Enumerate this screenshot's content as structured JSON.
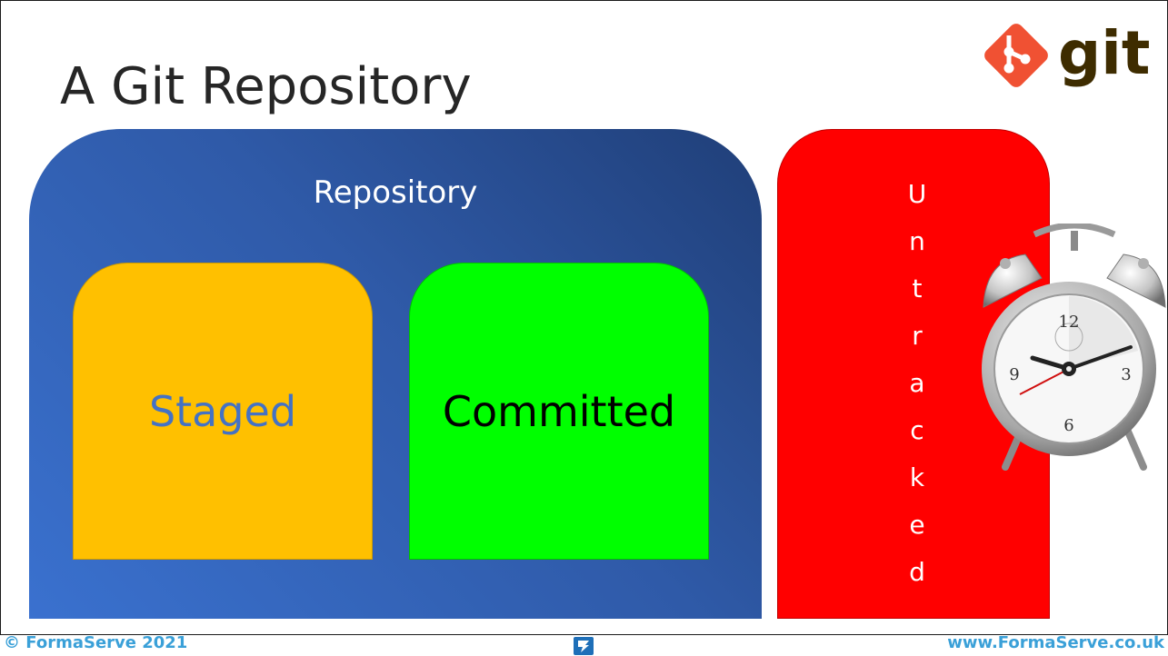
{
  "slide": {
    "title": "A Git Repository"
  },
  "logo": {
    "text": "git",
    "icon": "git-logo-icon",
    "icon_color": "#f05133",
    "text_color": "#3e2c00"
  },
  "repository": {
    "label": "Repository",
    "staged_label": "Staged",
    "committed_label": "Committed"
  },
  "untracked": {
    "letters": [
      "U",
      "n",
      "t",
      "r",
      "a",
      "c",
      "k",
      "e",
      "d"
    ]
  },
  "clock": {
    "icon": "alarm-clock-icon",
    "numerals": [
      "12",
      "3",
      "6",
      "9"
    ]
  },
  "footer": {
    "copyright": "© FormaServe 2021",
    "website": "www.FormaServe.co.uk",
    "logo_icon": "formaserve-logo-icon"
  },
  "colors": {
    "staged": "#ffc000",
    "committed": "#00ff00",
    "untracked": "#ff0000",
    "repository": "#2f5aa8"
  }
}
